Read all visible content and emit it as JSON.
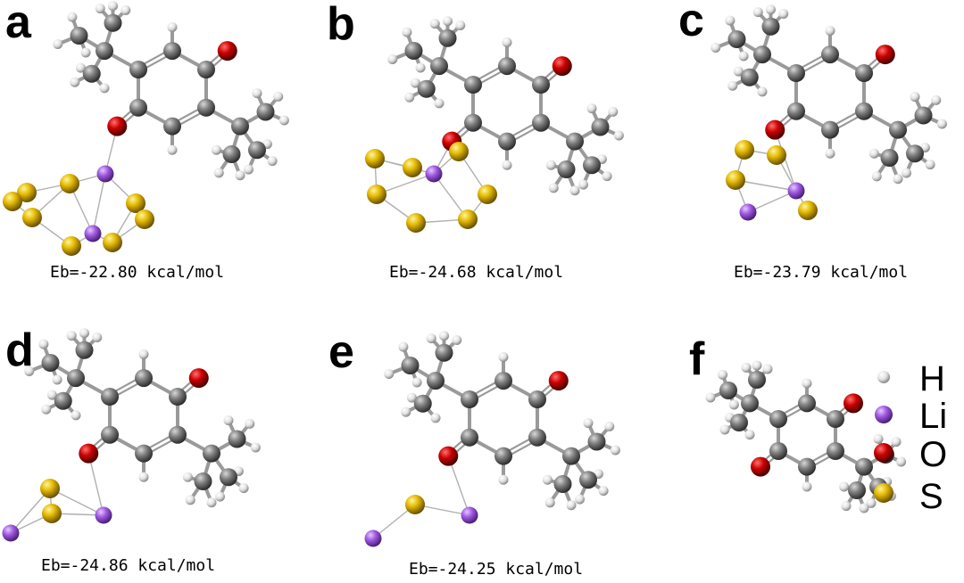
{
  "colors": {
    "C": "#7a7a7a",
    "H": "#e8e8e8",
    "O": "#c00000",
    "S": "#e6c000",
    "Li": "#a25be0",
    "bond": "#9a9a9a",
    "liBond": "#b0b0b0"
  },
  "panels": [
    {
      "id": "a",
      "letter": "a",
      "eb": "Eb=-22.80 kcal/mol"
    },
    {
      "id": "b",
      "letter": "b",
      "eb": "Eb=-24.68 kcal/mol"
    },
    {
      "id": "c",
      "letter": "c",
      "eb": "Eb=-23.79 kcal/mol"
    },
    {
      "id": "d",
      "letter": "d",
      "eb": "Eb=-24.86 kcal/mol"
    },
    {
      "id": "e",
      "letter": "e",
      "eb": "Eb=-24.25 kcal/mol"
    },
    {
      "id": "f",
      "letter": "f",
      "eb": ""
    }
  ],
  "legend": [
    {
      "element": "H",
      "label": "H",
      "color": "#e8e8e8"
    },
    {
      "element": "Li",
      "label": "Li",
      "color": "#a25be0"
    },
    {
      "element": "O",
      "label": "O",
      "color": "#c00000"
    },
    {
      "element": "S",
      "label": "S",
      "color": "#e6c000"
    }
  ]
}
